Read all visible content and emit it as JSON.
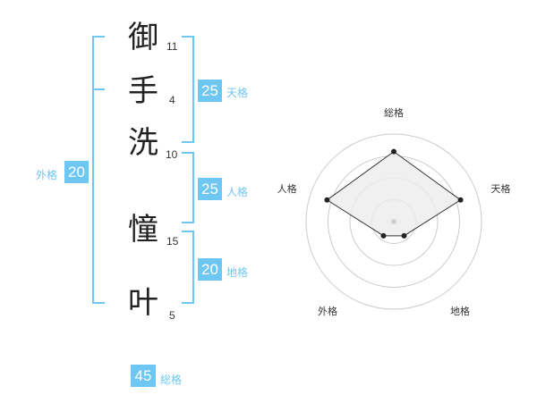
{
  "name": {
    "chars": [
      {
        "char": "御",
        "strokes": "11"
      },
      {
        "char": "手",
        "strokes": "4"
      },
      {
        "char": "洗",
        "strokes": "10"
      },
      {
        "char": "憧",
        "strokes": "15"
      },
      {
        "char": "叶",
        "strokes": "5"
      }
    ]
  },
  "fortunes": {
    "tenkaku": {
      "value": "25",
      "label": "天格"
    },
    "jinkaku": {
      "value": "25",
      "label": "人格"
    },
    "chikaku": {
      "value": "20",
      "label": "地格"
    },
    "gaikaku": {
      "value": "20",
      "label": "外格"
    },
    "soukaku": {
      "value": "45",
      "label": "総格"
    }
  },
  "chart_data": {
    "type": "radar",
    "axes": [
      "総格",
      "天格",
      "地格",
      "外格",
      "人格"
    ],
    "values": [
      4,
      4,
      1,
      1,
      4
    ],
    "max": 5,
    "rings": 4,
    "colors": {
      "fill": "#ececec",
      "ring": "#cccccc",
      "line": "#333333",
      "point": "#222222"
    }
  }
}
